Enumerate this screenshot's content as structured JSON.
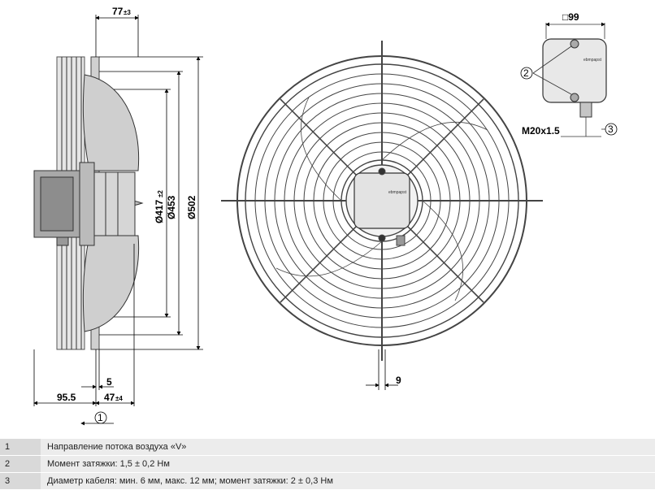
{
  "dimensions": {
    "width_top": "77",
    "width_top_tol": "±3",
    "d_417": "Ø417",
    "d_417_tol": "±2",
    "d_453": "Ø453",
    "d_502": "Ø502",
    "offset_5": "5",
    "depth_95": "95.5",
    "depth_47": "47",
    "depth_47_tol": "±4",
    "front_9": "9",
    "box_99": "□99",
    "thread": "M20x1.5"
  },
  "callouts": {
    "c1": "1",
    "c2": "2",
    "c3": "3"
  },
  "box_logo": "ebmpapst",
  "legend": [
    {
      "num": "1",
      "text": "Направление потока воздуха «V»"
    },
    {
      "num": "2",
      "text": "Момент затяжки: 1,5 ± 0,2 Нм"
    },
    {
      "num": "3",
      "text": "Диаметр кабеля: мин. 6 мм, макс. 12 мм; момент затяжки: 2 ± 0,3 Нм"
    }
  ]
}
